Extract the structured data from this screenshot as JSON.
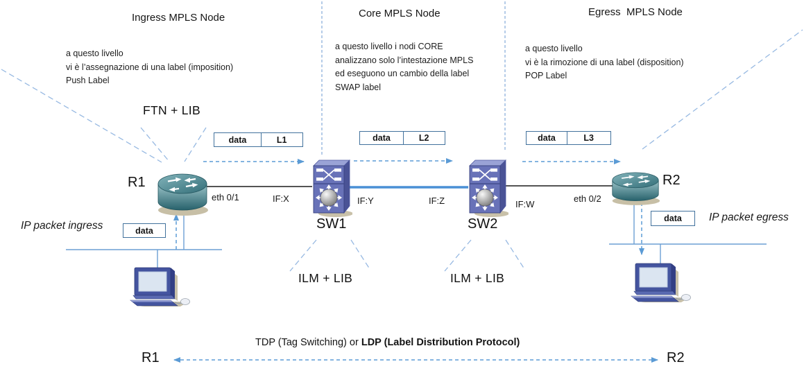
{
  "sections": {
    "ingress": {
      "title": "Ingress MPLS Node",
      "note": [
        "a questo livello",
        "vi è l’assegnazione di una label (imposition)",
        "Push Label"
      ],
      "table": "FTN + LIB"
    },
    "core": {
      "title": "Core MPLS Node",
      "note": [
        "a questo livello i nodi CORE",
        "analizzano solo l’intestazione MPLS",
        "ed eseguono un cambio della label",
        "SWAP label"
      ]
    },
    "egress": {
      "title": "Egress  MPLS Node",
      "note": [
        "a questo livello",
        "vi è la rimozione  di una label (disposition)",
        "POP Label"
      ]
    }
  },
  "devices": {
    "r1": "R1",
    "sw1": "SW1",
    "sw2": "SW2",
    "r2": "R2"
  },
  "interfaces": {
    "r1_lan": "eth 0/1",
    "sw1_in": "IF:X",
    "sw1_out": "IF:Y",
    "sw2_in": "IF:Z",
    "sw2_out": "IF:W",
    "r2_lan": "eth 0/2"
  },
  "packets": {
    "mpls1": {
      "data": "data",
      "label": "L1"
    },
    "mpls2": {
      "data": "data",
      "label": "L2"
    },
    "mpls3": {
      "data": "data",
      "label": "L3"
    },
    "ingress_ip": "data",
    "egress_ip": "data"
  },
  "io": {
    "ingress_label": "IP packet ingress",
    "egress_label": "IP packet egress"
  },
  "tables": {
    "sw1": "ILM + LIB",
    "sw2": "ILM + LIB"
  },
  "signaling": {
    "prefix": "TDP (Tag Switching) or ",
    "bold": "LDP (Label Distribution Protocol)",
    "left_node": "R1",
    "right_node": "R2"
  },
  "colors": {
    "arrow_blue": "#5b9bd5",
    "leader_blue": "#97b9e2",
    "divider_blue": "#84abd9",
    "trunk_blue": "#4a90d5",
    "box_border": "#41719c",
    "link_black": "#1a1a1a",
    "router_teal": "#35707a",
    "switch_purple": "#6872b8"
  }
}
